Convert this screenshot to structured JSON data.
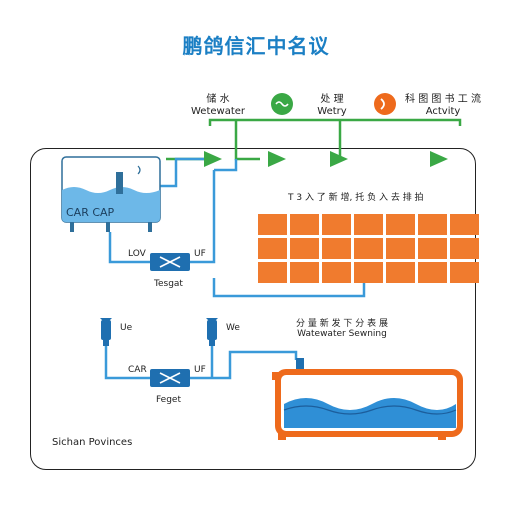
{
  "title": "鹏鸽信汇中名议",
  "top_labels": [
    {
      "cn": "储 水",
      "en": "Wetewater",
      "icon": "wave-icon",
      "icon_color": "#2e9e3a"
    },
    {
      "cn": "处 理",
      "en": "Wetry",
      "icon": "",
      "icon_color": ""
    },
    {
      "cn": "科 图 图 书 工 流",
      "en": "Actvity",
      "icon": "wave-icon",
      "icon_color": "#ef6c1a"
    }
  ],
  "tank_label": "CAR   CAP",
  "valve_top": {
    "left": "LOV",
    "right": "UF",
    "caption": "Tesgat"
  },
  "valve_bottom": {
    "left": "CAR",
    "right": "UF",
    "caption": "Feget"
  },
  "pump_left_label": "Ue",
  "pump_right_label": "We",
  "grid_title": "T 3 入 了 新 增,  托 负 入 去 排 拍",
  "tub_title_cn": "分 量 新 发 下 分 表 展",
  "tub_title_en": "Watewater Sewning",
  "footer": "Sichan Povinces",
  "colors": {
    "pipe": "#3a9ad9",
    "green": "#3aa845",
    "orange": "#ee6a1c",
    "tank": "#6db8e8",
    "grid": "#f07b2e"
  }
}
